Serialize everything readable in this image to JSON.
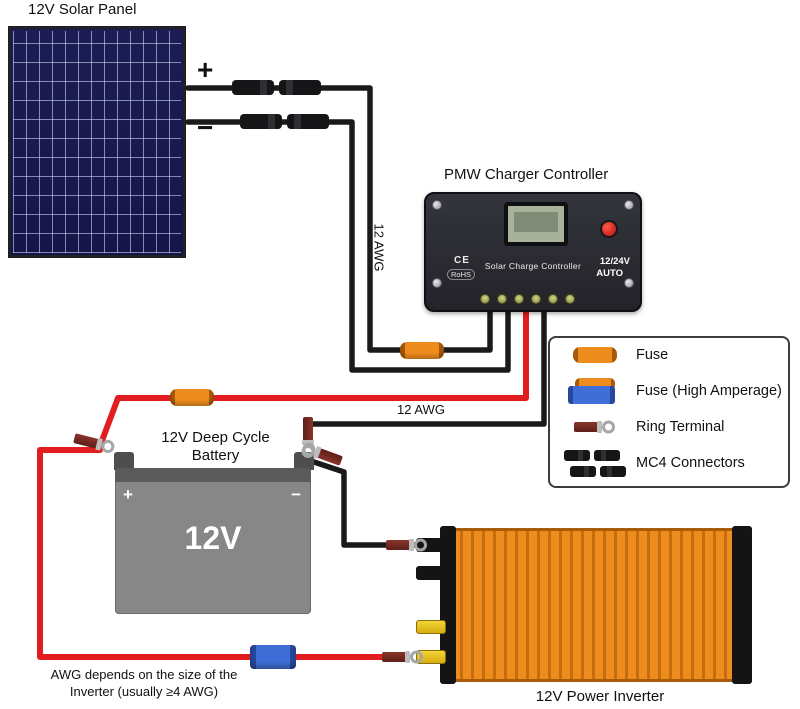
{
  "panel": {
    "label": "12V Solar Panel",
    "positive": "+",
    "negative": "−"
  },
  "wires": {
    "awg_vertical": "12 AWG",
    "awg_horizontal": "12 AWG"
  },
  "controller": {
    "title": "PMW Charger Controller",
    "brand": "Solar Charge Controller",
    "rating": "12/24V",
    "mode": "AUTO",
    "cert_ce": "CE",
    "cert_rohs": "RoHS"
  },
  "legend": {
    "items": [
      {
        "icon": "fuse-icon",
        "label": "Fuse"
      },
      {
        "icon": "high-amperage-fuse-icon",
        "label": "Fuse (High Amperage)"
      },
      {
        "icon": "ring-terminal-icon",
        "label": "Ring Terminal"
      },
      {
        "icon": "mc4-connectors-icon",
        "label": "MC4 Connectors"
      }
    ]
  },
  "battery": {
    "title_line1": "12V Deep Cycle",
    "title_line2": "Battery",
    "value": "12V",
    "positive": "+",
    "negative": "−"
  },
  "inverter": {
    "label": "12V Power Inverter"
  },
  "note": {
    "line1": "AWG depends on the size of the",
    "line2": "Inverter (usually ≥4 AWG)"
  },
  "colors": {
    "wire_red": "#e21d1f",
    "wire_black": "#1a1a1a",
    "fuse_orange": "#ef8c1e",
    "fuse_blue": "#3f6fd6",
    "inverter_orange": "#ef8c1e",
    "panel_blue": "#1b1b52",
    "battery_gray": "#878787"
  }
}
